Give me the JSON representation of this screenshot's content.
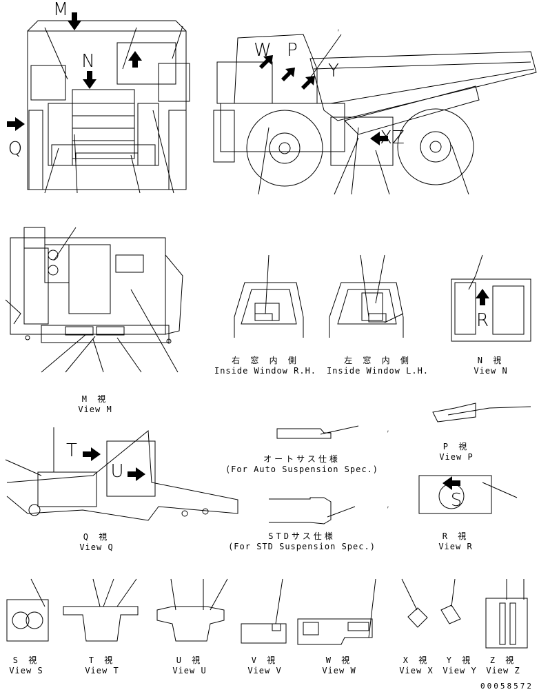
{
  "view_letters": {
    "M": "M",
    "N": "N",
    "Q": "Q",
    "W": "W",
    "P": "P",
    "Y": "Y",
    "X": "X",
    "Z": "Z",
    "R": "R",
    "T": "T",
    "U": "U",
    "S": "S"
  },
  "labels": {
    "inside_rh": {
      "jp": "右 窓 内 側",
      "en": "Inside Window R.H."
    },
    "inside_lh": {
      "jp": "左 窓 内 側",
      "en": "Inside Window L.H."
    },
    "view_n": {
      "jp": "N 視",
      "en": "View N"
    },
    "view_m": {
      "jp": "M 視",
      "en": "View M"
    },
    "auto_susp": {
      "jp": "オートサス仕様",
      "en": "(For Auto Suspension Spec.)"
    },
    "view_p": {
      "jp": "P 視",
      "en": "View P"
    },
    "view_q": {
      "jp": "Q 視",
      "en": "View Q"
    },
    "std_susp": {
      "jp": "STDサス仕様",
      "en": "(For STD Suspension Spec.)"
    },
    "view_r": {
      "jp": "R 視",
      "en": "View R"
    },
    "view_s": {
      "jp": "S 視",
      "en": "View S"
    },
    "view_t": {
      "jp": "T 視",
      "en": "View T"
    },
    "view_u": {
      "jp": "U 視",
      "en": "View U"
    },
    "view_v": {
      "jp": "V 視",
      "en": "View V"
    },
    "view_w": {
      "jp": "W 視",
      "en": "View W"
    },
    "view_x": {
      "jp": "X 視",
      "en": "View X"
    },
    "view_y": {
      "jp": "Y 視",
      "en": "View Y"
    },
    "view_z": {
      "jp": "Z 視",
      "en": "View Z"
    }
  },
  "comma_marks": [
    ",",
    ",",
    ","
  ],
  "document_number": "00058572"
}
